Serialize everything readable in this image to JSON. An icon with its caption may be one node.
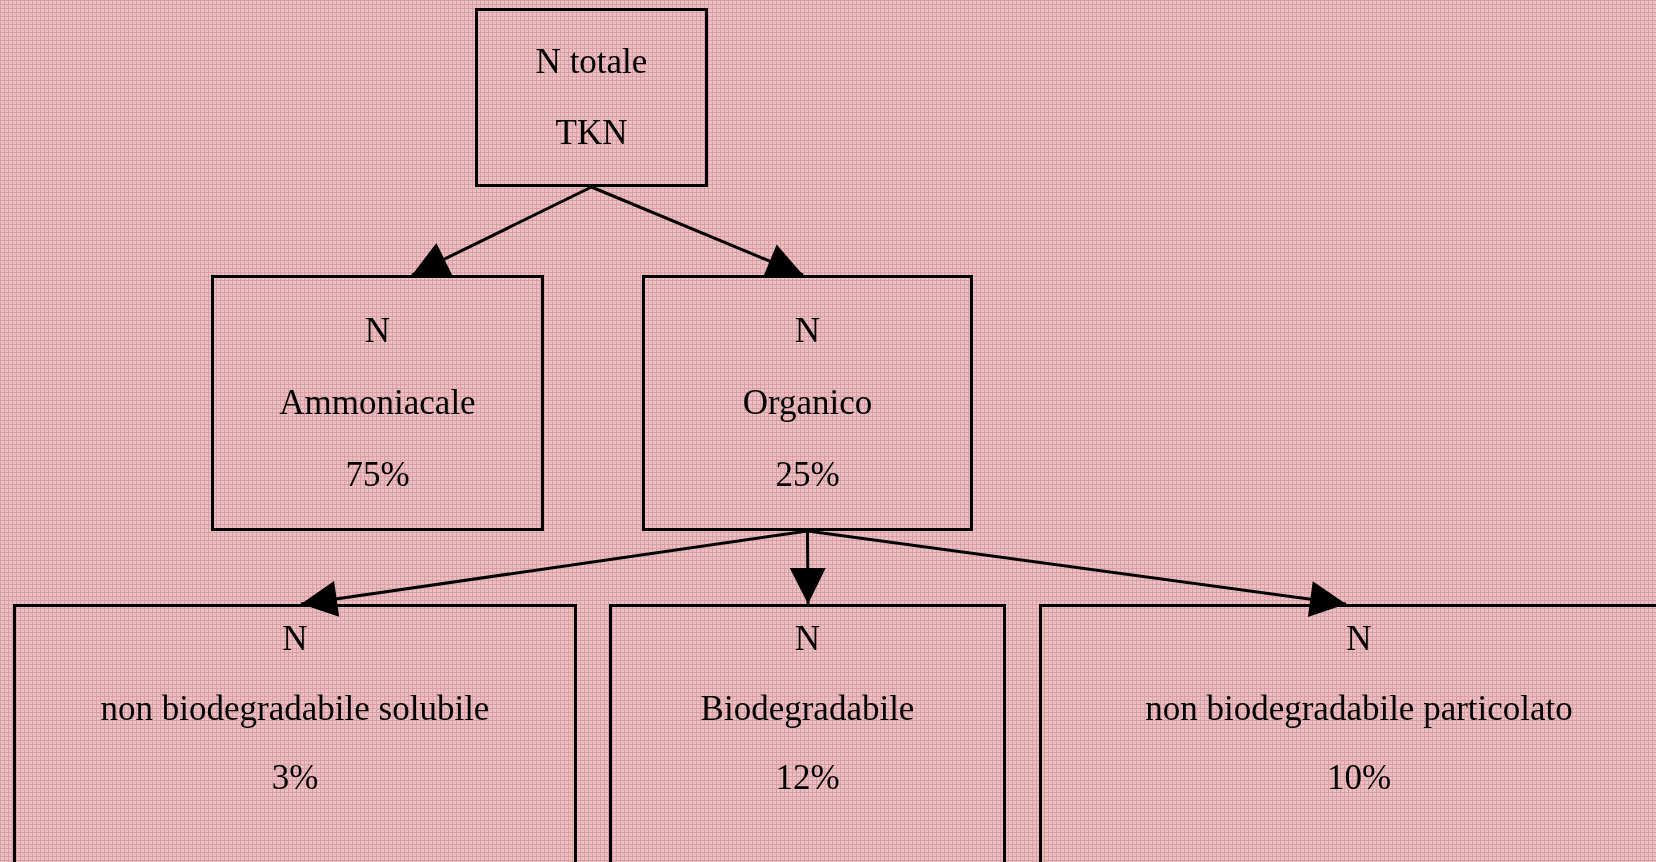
{
  "diagram": {
    "nodes": [
      {
        "text": [
          "N totale",
          "TKN"
        ]
      },
      {
        "text": [
          "N",
          "Ammoniacale",
          "75%"
        ]
      },
      {
        "text": [
          "N",
          "Organico",
          "25%"
        ]
      },
      {
        "text": [
          "N",
          "non biodegradabile solubile",
          "3%"
        ]
      },
      {
        "text": [
          "N",
          "Biodegradabile",
          "12%"
        ]
      },
      {
        "text": [
          "N",
          "non biodegradabile particolato",
          "10%"
        ]
      }
    ],
    "edges": [
      {
        "from": 0,
        "to": 1,
        "arrow": "to"
      },
      {
        "from": 0,
        "to": 2,
        "arrow": "to"
      },
      {
        "from": 2,
        "to": 3,
        "arrow": "to"
      },
      {
        "from": 2,
        "to": 4,
        "arrow": "to"
      },
      {
        "from": 2,
        "to": 5,
        "arrow": "to"
      }
    ]
  }
}
